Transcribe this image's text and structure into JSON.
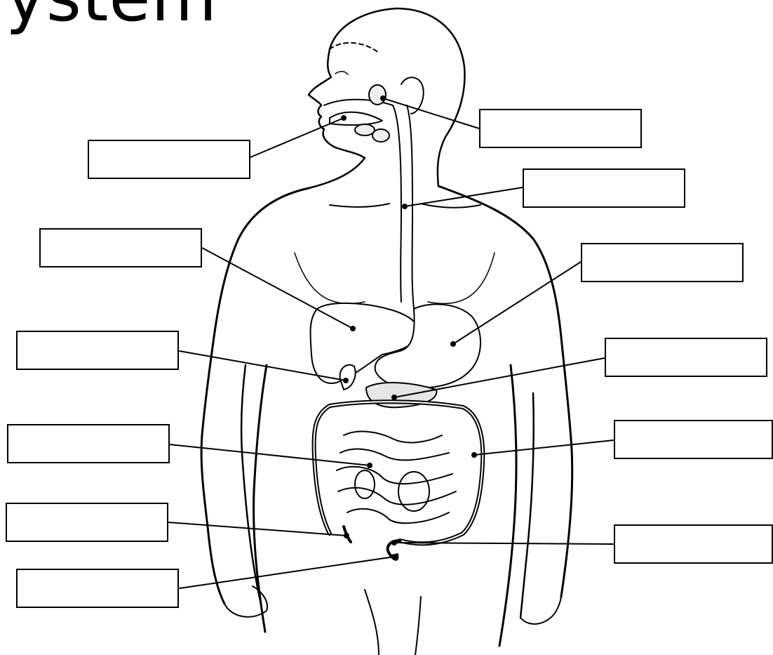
{
  "title": "ystem",
  "labels": [
    {
      "id": "salivary-glands",
      "text": ""
    },
    {
      "id": "mouth",
      "text": ""
    },
    {
      "id": "esophagus",
      "text": ""
    },
    {
      "id": "liver",
      "text": ""
    },
    {
      "id": "stomach",
      "text": ""
    },
    {
      "id": "gallbladder",
      "text": ""
    },
    {
      "id": "pancreas",
      "text": ""
    },
    {
      "id": "small-intestine",
      "text": ""
    },
    {
      "id": "large-intestine",
      "text": ""
    },
    {
      "id": "appendix",
      "text": ""
    },
    {
      "id": "rectum",
      "text": ""
    },
    {
      "id": "anus",
      "text": ""
    }
  ]
}
